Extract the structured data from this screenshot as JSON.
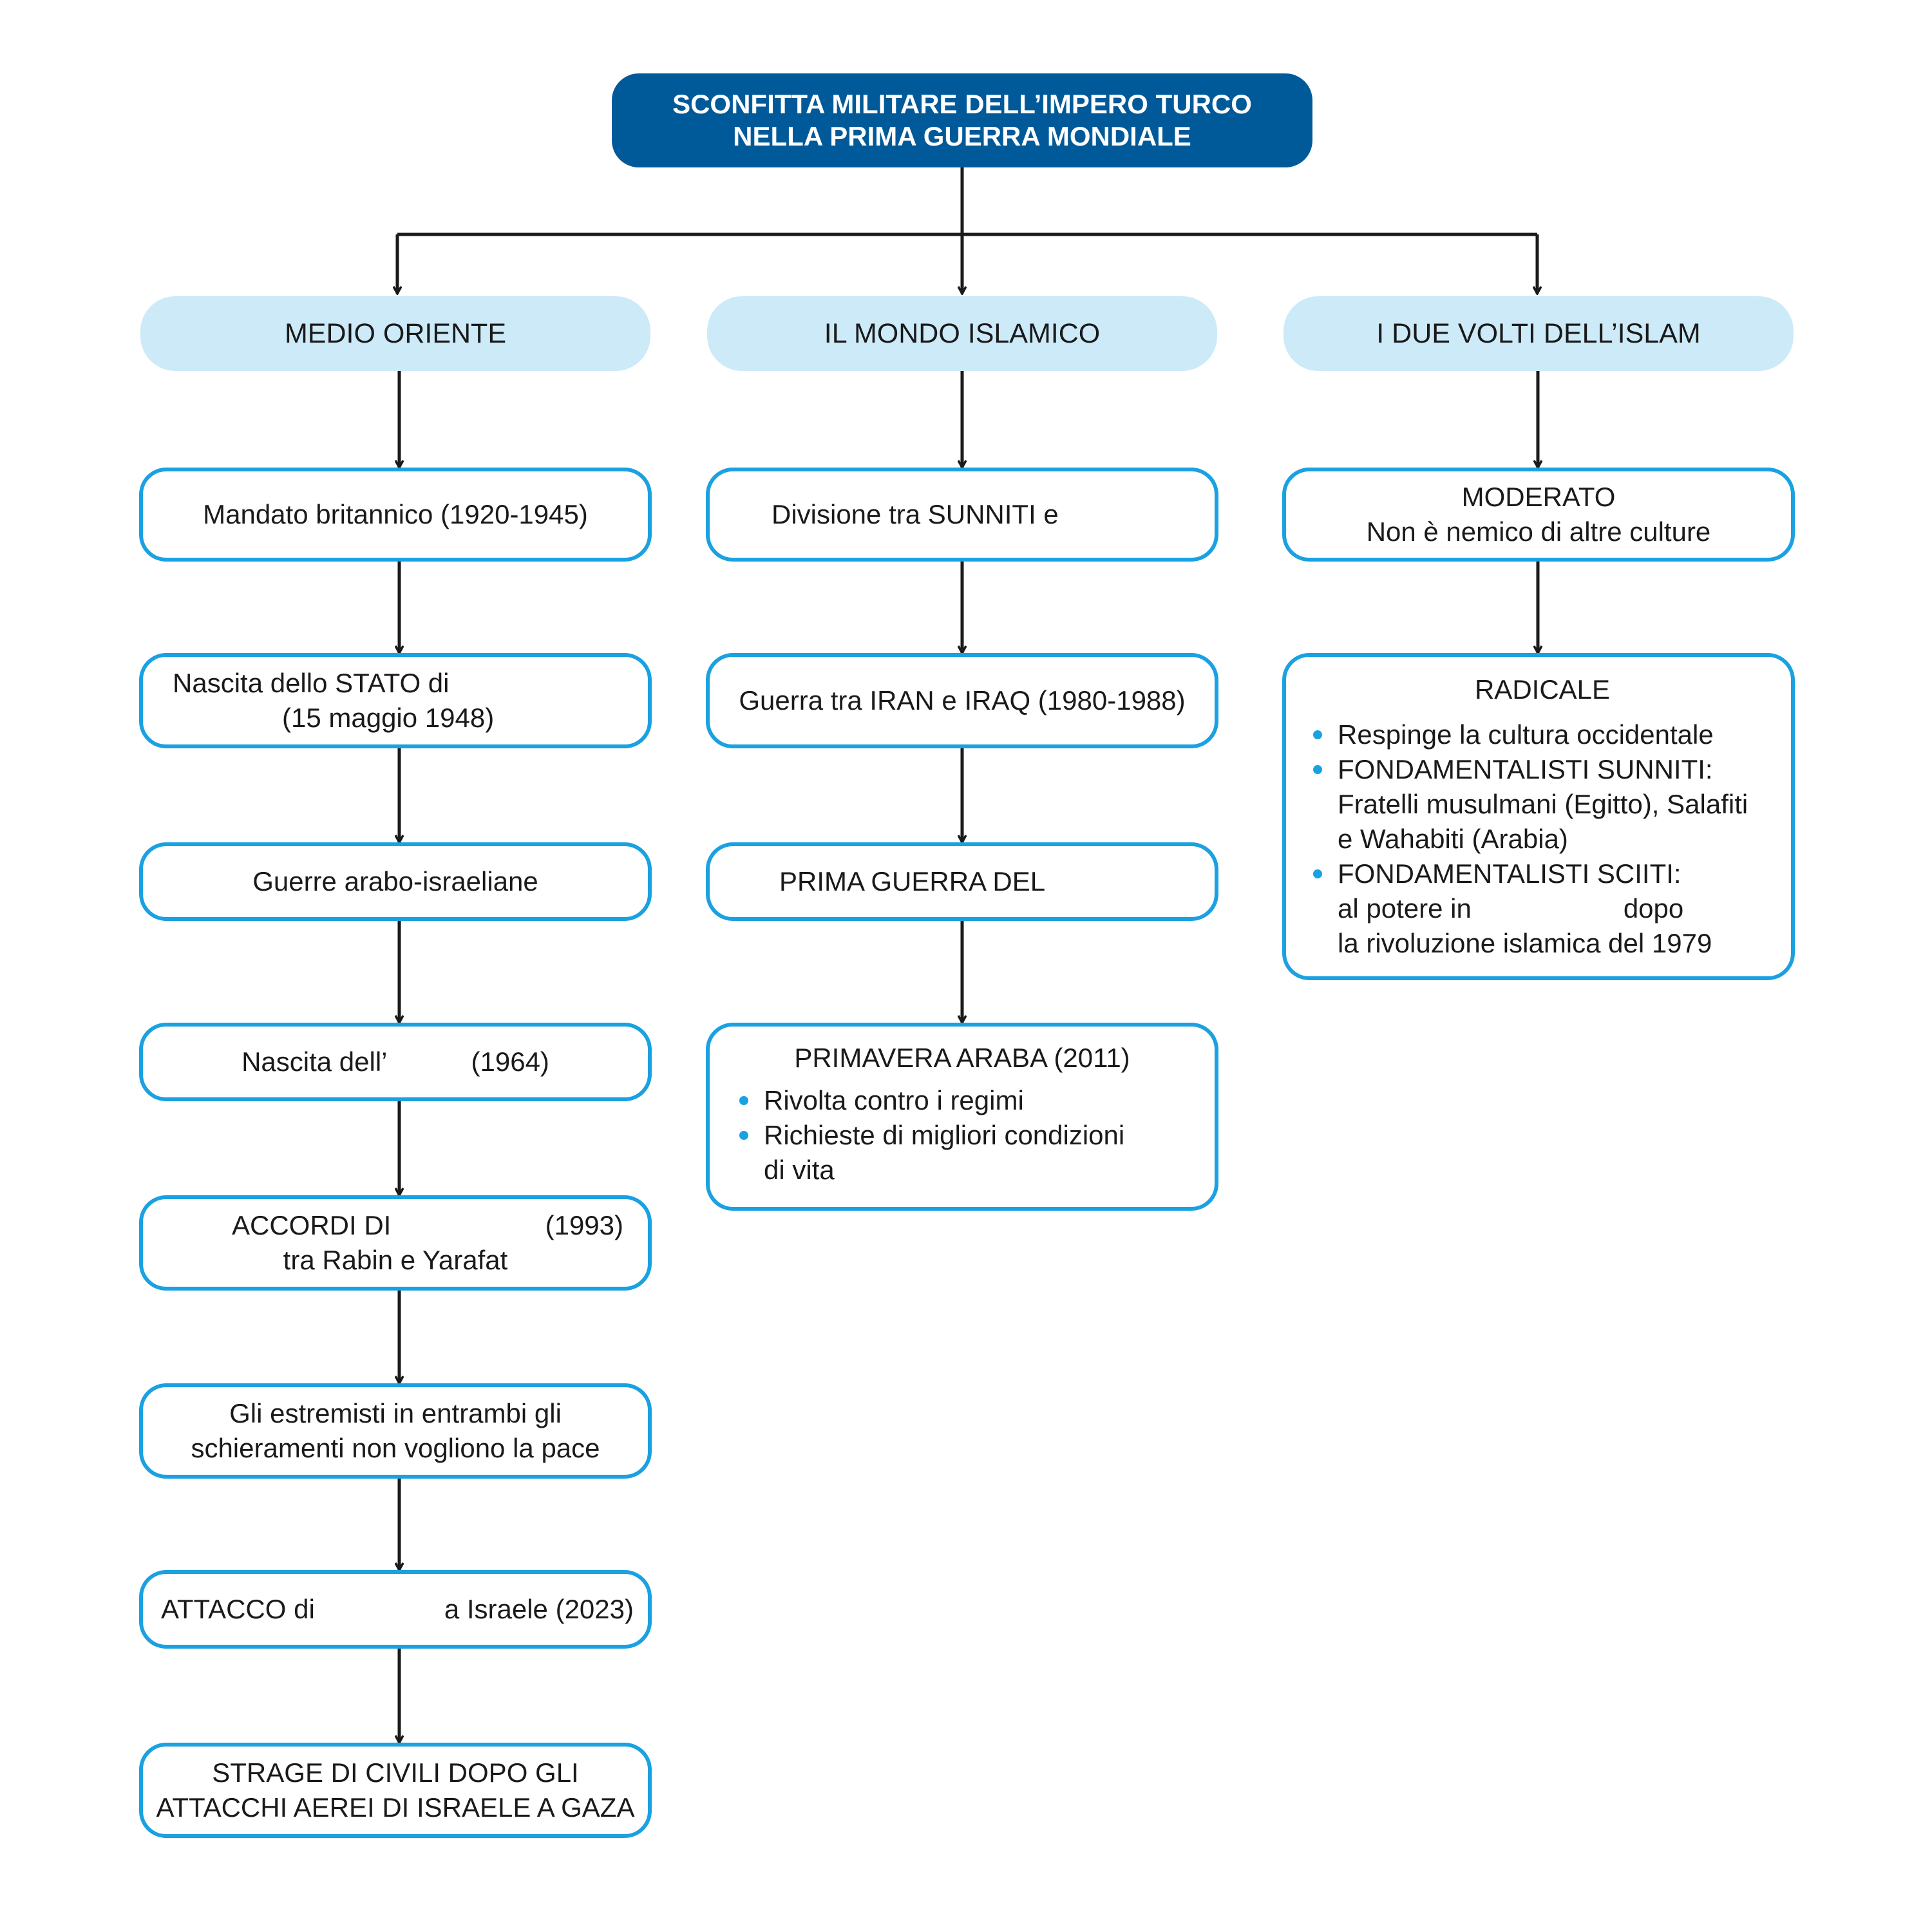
{
  "root": {
    "line1": "SCONFITTA MILITARE DELL’IMPERO TURCO",
    "line2": "NELLA PRIMA GUERRA MONDIALE"
  },
  "columns": {
    "medio_oriente": {
      "header": "MEDIO ORIENTE",
      "boxes": {
        "mandato": "Mandato britannico (1920-1945)",
        "nascita_stato_line1": "Nascita dello STATO di",
        "nascita_stato_line2": "(15 maggio 1948)",
        "guerre": "Guerre arabo-israeliane",
        "nascita_dell_a": "Nascita dell’",
        "nascita_dell_b": "(1964)",
        "accordi_a": "ACCORDI DI",
        "accordi_b": "(1993)",
        "accordi_line2": "tra Rabin e Yarafat",
        "estremisti_line1": "Gli estremisti in entrambi gli",
        "estremisti_line2": "schieramenti non vogliono la pace",
        "attacco_a": "ATTACCO di",
        "attacco_b": "a Israele (2023)",
        "strage_line1": "STRAGE DI CIVILI DOPO GLI",
        "strage_line2": "ATTACCHI AEREI DI ISRAELE A GAZA"
      }
    },
    "mondo_islamico": {
      "header": "IL MONDO ISLAMICO",
      "boxes": {
        "divisione": "Divisione tra SUNNITI e",
        "guerra_iran_iraq": "Guerra tra IRAN e IRAQ (1980-1988)",
        "prima_guerra": "PRIMA GUERRA DEL",
        "primavera_title": "PRIMAVERA ARABA (2011)",
        "primavera_bullet1": "Rivolta contro i regimi",
        "primavera_bullet2_line1": "Richieste di migliori condizioni",
        "primavera_bullet2_line2": "di vita"
      }
    },
    "due_volti": {
      "header": "I DUE VOLTI DELL’ISLAM",
      "boxes": {
        "moderato_title": "MODERATO",
        "moderato_line2": "Non è nemico di altre culture",
        "radicale_title": "RADICALE",
        "radicale_bullet1": "Respinge la cultura occidentale",
        "radicale_bullet2_line1": "FONDAMENTALISTI SUNNITI:",
        "radicale_bullet2_line2": "Fratelli musulmani (Egitto), Salafiti",
        "radicale_bullet2_line3": "e Wahabiti (Arabia)",
        "radicale_bullet3_line1": "FONDAMENTALISTI SCIITI:",
        "radicale_bullet3_line2_a": "al potere in",
        "radicale_bullet3_line2_b": "dopo",
        "radicale_bullet3_line3": "la rivoluzione islamica del 1979"
      }
    }
  },
  "colors": {
    "root_fill": "#005a9a",
    "header_fill": "#cdeaf9",
    "box_border": "#1aa1e1",
    "bullet": "#1aa1e1",
    "connector": "#1a1a1a"
  }
}
